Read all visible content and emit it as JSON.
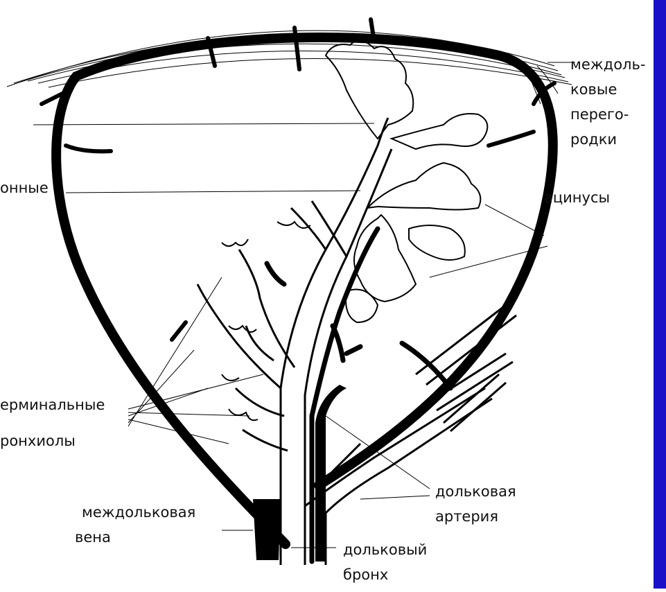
{
  "labels": {
    "interlobular_septa": [
      "междоль-",
      "ковые",
      "перего-",
      "родки"
    ],
    "acini": "ацинусы",
    "left_partial_1": "онные",
    "terminal_bronchioles": [
      "ерминальные",
      "ронхиолы"
    ],
    "lobular_artery": [
      "дольковая",
      "артерия"
    ],
    "interlobular_vein": [
      "междольковая",
      "вена"
    ],
    "lobular_bronchus": [
      "дольковый",
      "бронх"
    ]
  },
  "colors": {
    "frame": "#1a10c8",
    "ink": "#000000",
    "background": "#ffffff"
  }
}
